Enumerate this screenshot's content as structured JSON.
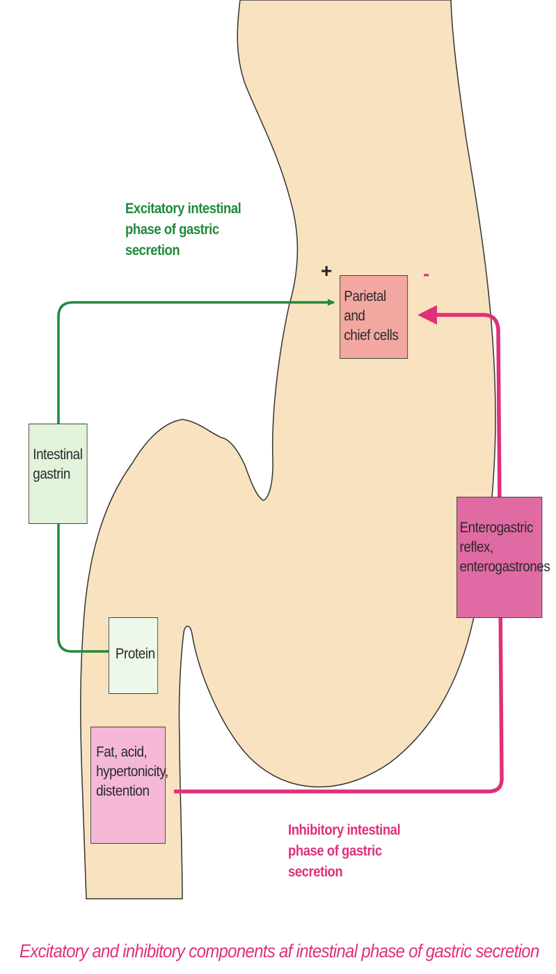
{
  "colors": {
    "stomach": "#f8e2bf",
    "excitatory": "#1f8a3a",
    "inhibitory": "#e0307a",
    "green_box": "#e2f3dc",
    "protein_box": "#eef8ea",
    "parietal_box": "#f2a8a0",
    "entero_box": "#e06aa4",
    "fat_box": "#f4b8d6"
  },
  "excitatory_label": [
    "Excitatory intestinal",
    "phase of gastric",
    "secretion"
  ],
  "inhibitory_label": [
    "Inhibitory intestinal",
    "phase of gastric",
    "secretion"
  ],
  "signs": {
    "plus": "+",
    "minus": "-"
  },
  "boxes": {
    "parietal": [
      "Parietal and",
      "chief cells"
    ],
    "gastrin": [
      "Intestinal",
      "gastrin"
    ],
    "enterogastric": [
      "Enterogastric",
      "reflex,",
      "enterogastrones"
    ],
    "protein": [
      "Protein"
    ],
    "fat": [
      "Fat, acid,",
      "hypertonicity,",
      "distention"
    ]
  },
  "caption": "Excitatory and inhibitory components af intestinal phase of gastric secretion"
}
